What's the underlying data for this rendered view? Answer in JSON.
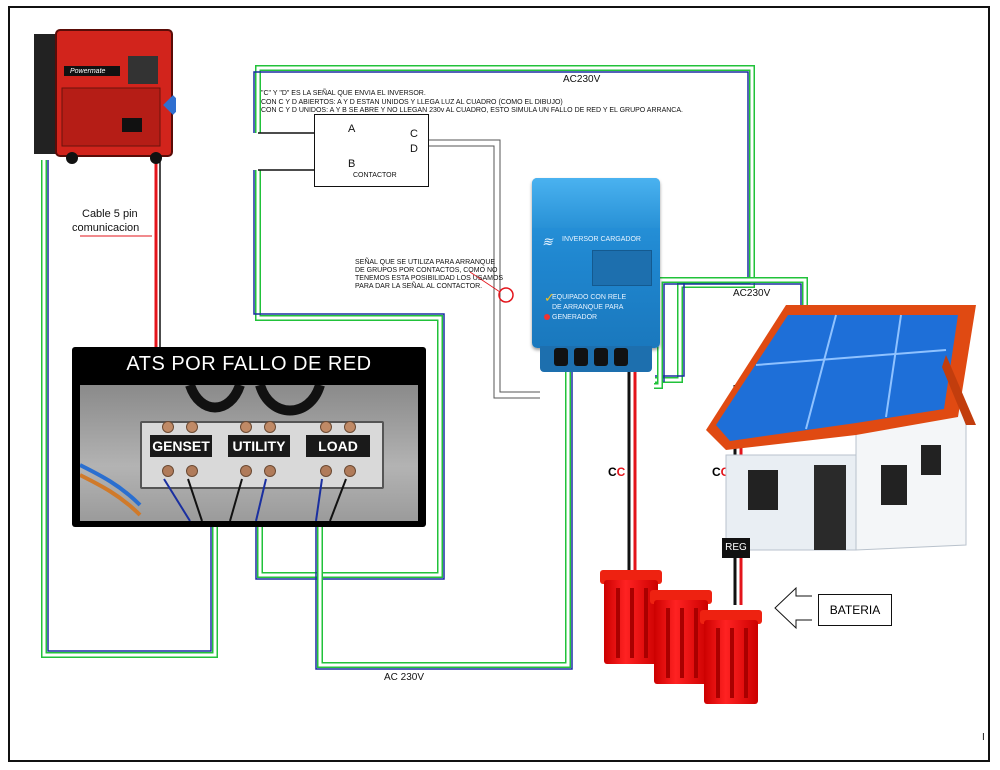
{
  "ats": {
    "title": "ATS POR FALLO DE RED",
    "terminals": [
      "GENSET",
      "UTILITY",
      "LOAD"
    ]
  },
  "labels": {
    "ac_top": "AC230V",
    "ac_right": "AC230V",
    "ac_bottom": "AC 230V",
    "cable": "Cable 5 pin",
    "cable2": "comunicacion",
    "contactor": "CONTACTOR",
    "a": "A",
    "b": "B",
    "c": "C",
    "d": "D",
    "reg": "REG",
    "bateria": "BATERIA",
    "corner": "I"
  },
  "cc": [
    {
      "c1": "C",
      "c2": "C"
    },
    {
      "c1": "C",
      "c2": "C"
    }
  ],
  "notes": {
    "line1": "\"C\" Y \"D\"  ES LA SEÑAL  QUE  ENVIA EL INVERSOR.",
    "line2": "CON C Y D ABIERTOS: A Y D ESTAN UNIDOS  Y LLEGA LUZ AL CUADRO (COMO EL DIBUJO)",
    "line3": "CON C Y D UNIDOS:  A  Y B SE ABRE  Y NO LLEGAN 230v AL CUADRO,  ESTO SIMULA UN FALLO DE RED Y EL GRUPO ARRANCA.",
    "signal1": "SEÑAL QUE SE UTILIZA PARA ARRANQUE",
    "signal2": "DE GRUPOS POR CONTACTOS, COMO NO",
    "signal3": "TENEMOS ESTA POSIBILIDAD LOS USAMOS",
    "signal4": "PARA DAR LA SEÑAL AL CONTACTOR."
  },
  "inverter": {
    "title": "INVERSOR CARGADOR",
    "line1": "EQUIPADO CON RELE",
    "line2": "DE ARRANQUE PARA",
    "line3": "GENERADOR"
  },
  "generator": {
    "brand": "Powermate"
  },
  "colors": {
    "wire_green": "#21c23a",
    "wire_blue": "#1a2fa0",
    "dc_red": "#e3141b",
    "inverter_blue": "#2291d8",
    "roof": "#e04a12"
  }
}
